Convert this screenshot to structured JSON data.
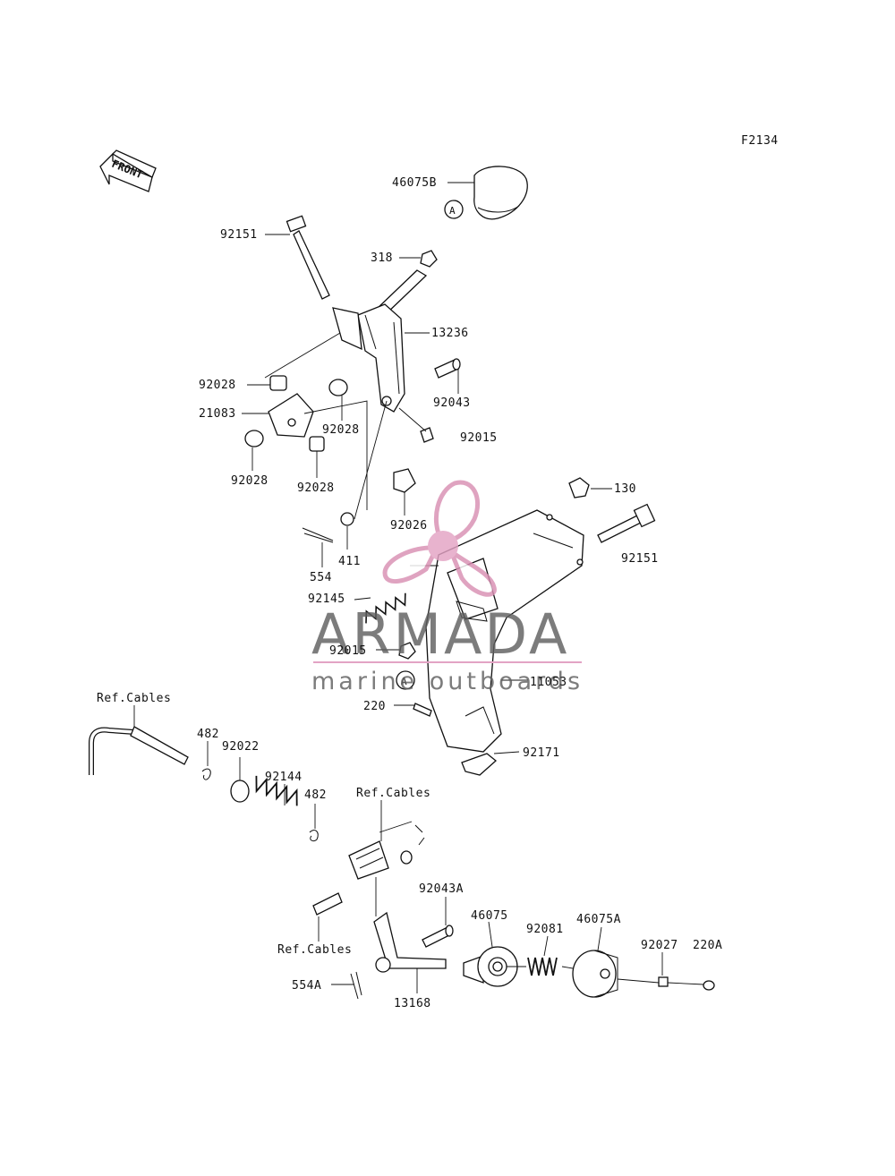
{
  "figure_id": "F2134",
  "front_label": "FRONT",
  "callout_letter": "A",
  "watermark": {
    "brand": "ARMADA",
    "tagline": "marine outboards"
  },
  "labels": [
    {
      "id": "46075B",
      "text": "46075B"
    },
    {
      "id": "318",
      "text": "318"
    },
    {
      "id": "92151_top",
      "text": "92151"
    },
    {
      "id": "13236",
      "text": "13236"
    },
    {
      "id": "92043",
      "text": "92043"
    },
    {
      "id": "92028_a",
      "text": "92028"
    },
    {
      "id": "21083",
      "text": "21083"
    },
    {
      "id": "92028_b",
      "text": "92028"
    },
    {
      "id": "92015_a",
      "text": "92015"
    },
    {
      "id": "92028_c",
      "text": "92028"
    },
    {
      "id": "92028_d",
      "text": "92028"
    },
    {
      "id": "130",
      "text": "130"
    },
    {
      "id": "92026",
      "text": "92026"
    },
    {
      "id": "92151_mid",
      "text": "92151"
    },
    {
      "id": "554",
      "text": "554"
    },
    {
      "id": "411",
      "text": "411"
    },
    {
      "id": "92145",
      "text": "92145"
    },
    {
      "id": "92015_b",
      "text": "92015"
    },
    {
      "id": "11053",
      "text": "11053"
    },
    {
      "id": "220",
      "text": "220"
    },
    {
      "id": "ref_cables_1",
      "text": "Ref.Cables"
    },
    {
      "id": "482_a",
      "text": "482"
    },
    {
      "id": "92022",
      "text": "92022"
    },
    {
      "id": "92171",
      "text": "92171"
    },
    {
      "id": "92144",
      "text": "92144"
    },
    {
      "id": "482_b",
      "text": "482"
    },
    {
      "id": "ref_cables_2",
      "text": "Ref.Cables"
    },
    {
      "id": "92043A",
      "text": "92043A"
    },
    {
      "id": "46075",
      "text": "46075"
    },
    {
      "id": "92081",
      "text": "92081"
    },
    {
      "id": "46075A",
      "text": "46075A"
    },
    {
      "id": "92027",
      "text": "92027"
    },
    {
      "id": "220A",
      "text": "220A"
    },
    {
      "id": "ref_cables_3",
      "text": "Ref.Cables"
    },
    {
      "id": "554A",
      "text": "554A"
    },
    {
      "id": "13168",
      "text": "13168"
    }
  ]
}
